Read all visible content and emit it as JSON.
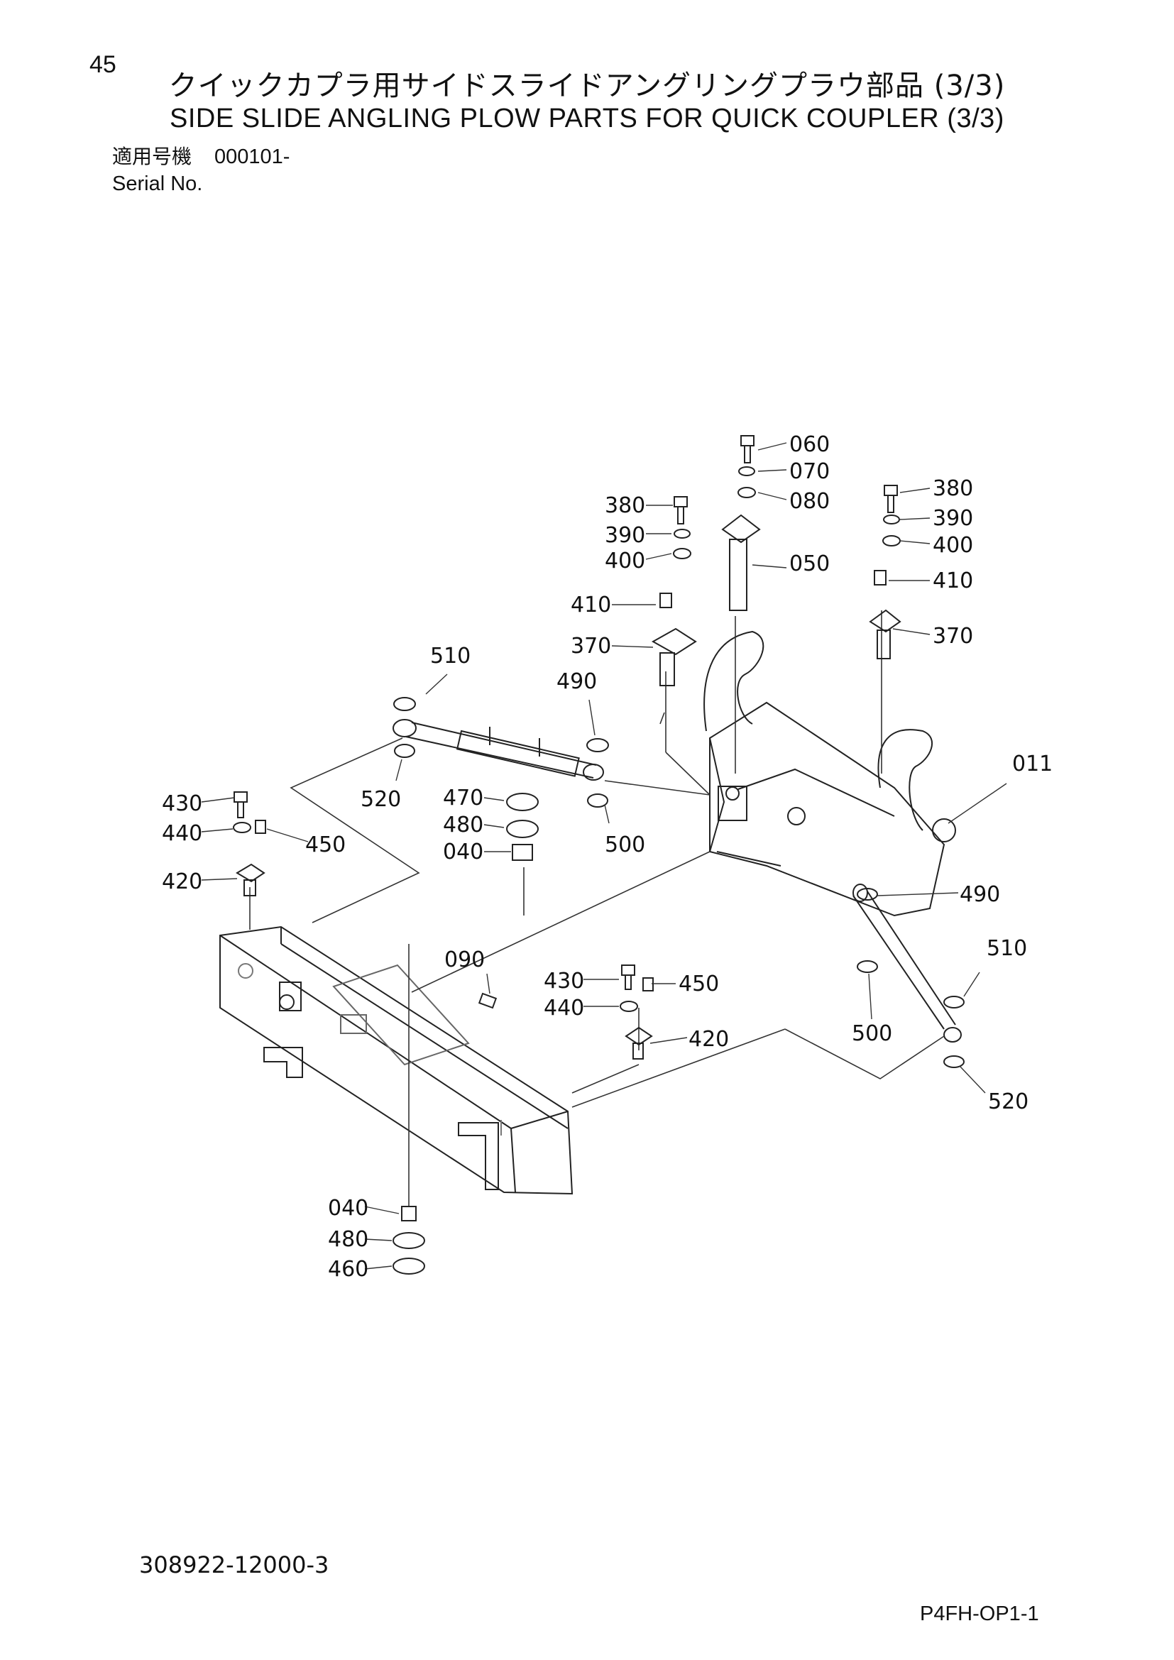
{
  "page_number": "45",
  "title_jp": "クイックカプラ用サイドスライドアングリングプラウ部品 (3/3)",
  "title_en": "SIDE SLIDE ANGLING PLOW PARTS FOR QUICK COUPLER (3/3)",
  "serial": {
    "label_jp": "適用号機",
    "value": "000101-",
    "label_en": "Serial No."
  },
  "callouts": {
    "c060": "060",
    "c070": "070",
    "c080": "080",
    "c050": "050",
    "c380a": "380",
    "c390a": "390",
    "c400a": "400",
    "c410a": "410",
    "c370a": "370",
    "c380b": "380",
    "c390b": "390",
    "c400b": "400",
    "c410b": "410",
    "c370b": "370",
    "c510a": "510",
    "c490a": "490",
    "c520a": "520",
    "c011": "011",
    "c430a": "430",
    "c440a": "440",
    "c450a": "450",
    "c420a": "420",
    "c470": "470",
    "c480a": "480",
    "c040a": "040",
    "c500a": "500",
    "c490b": "490",
    "c510b": "510",
    "c090": "090",
    "c430b": "430",
    "c450b": "450",
    "c440b": "440",
    "c420b": "420",
    "c500b": "500",
    "c520b": "520",
    "c040b": "040",
    "c480b": "480",
    "c460": "460"
  },
  "document_number": "308922-12000-3",
  "sheet_code": "P4FH-OP1-1"
}
